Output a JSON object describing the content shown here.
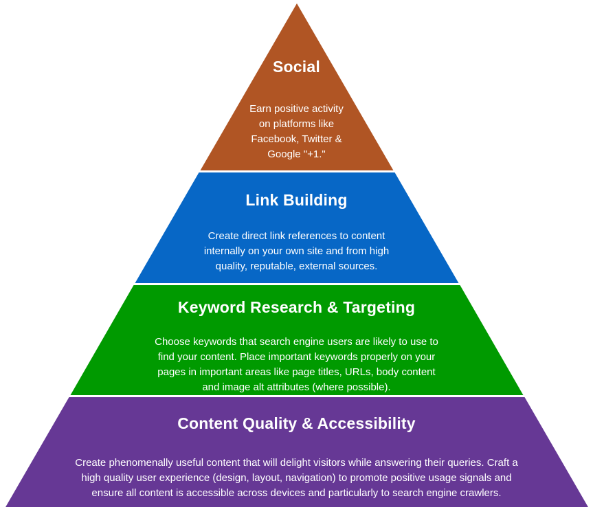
{
  "pyramid": {
    "name": "SEO success factors pyramid",
    "background_color": "#FFFFFF",
    "text_color": "#FFFFFF",
    "layers": [
      {
        "id": "social",
        "title": "Social",
        "description": "Earn positive activity\non platforms like\nFacebook, Twitter &\nGoogle \"+1.\"",
        "color": "#B05524"
      },
      {
        "id": "link-building",
        "title": "Link Building",
        "description": "Create direct link references to content\ninternally on your own site and from high\nquality, reputable, external sources.",
        "color": "#0767C6"
      },
      {
        "id": "keyword-research",
        "title": "Keyword Research & Targeting",
        "description": "Choose keywords that search engine users are likely to use to\nfind your content. Place important keywords properly on your\npages in important areas like page titles, URLs, body content\nand image alt attributes (where possible).",
        "color": "#009A00"
      },
      {
        "id": "content-quality",
        "title": "Content Quality & Accessibility",
        "description": "Create phenomenally useful content that will delight visitors while answering their queries. Craft a\nhigh quality user experience (design, layout, navigation) to promote positive usage signals and\nensure all content is accessible across devices and particularly to search engine crawlers.",
        "color": "#663895"
      }
    ]
  }
}
